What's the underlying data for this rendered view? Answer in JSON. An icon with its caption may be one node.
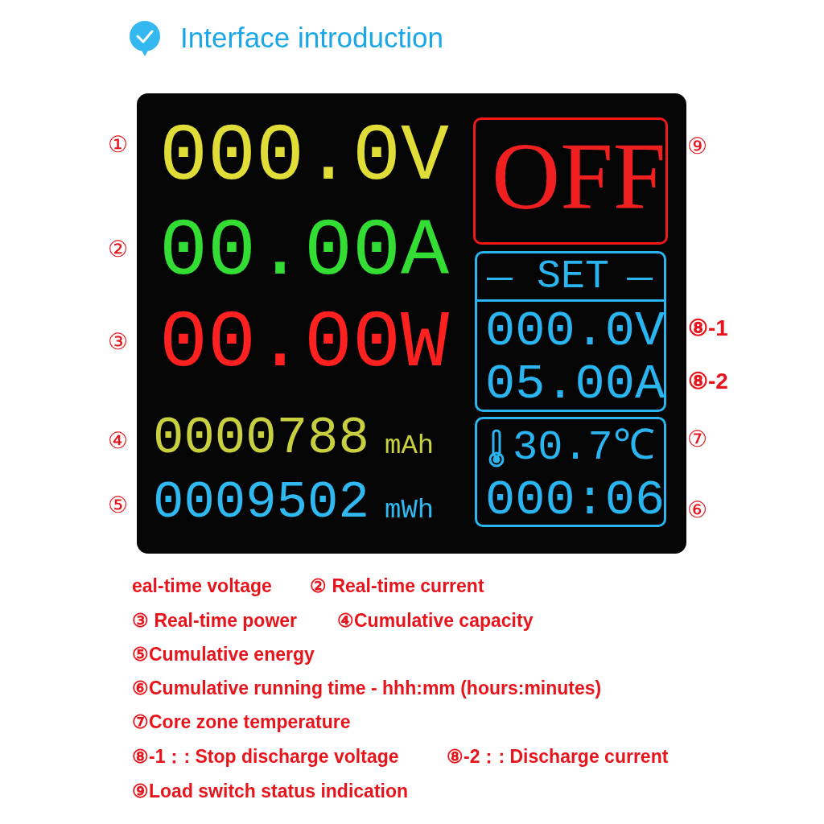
{
  "diagram": {
    "title": "Interface introduction",
    "nodes": [
      {
        "text": [],
        "shape": "box"
      },
      {
        "text": [
          "OFF"
        ],
        "in": 0
      },
      {
        "text": [
          "SET",
          "000.0V",
          "05.00A"
        ],
        "in": 0
      },
      {
        "text": [
          "30.7℃",
          "000:06"
        ],
        "in": 0
      }
    ],
    "edges": [],
    "labels": [
      "①",
      "000.0V",
      "⑨",
      "②",
      "00.00A",
      "③",
      "00.00W",
      "⑧-1",
      "⑧-2",
      "④",
      "0000788",
      "mAh",
      "⑦",
      "⑤",
      "0009502",
      "mWh",
      "⑥",
      "eal-time voltage",
      "② Real-time current",
      "③ Real-time power",
      "④Cumulative capacity",
      "⑤Cumulative energy",
      "⑥Cumulative running time - hhh:mm (hours:minutes)",
      "⑦Core zone temperature",
      "⑧-1：: Stop discharge voltage",
      "⑧-2：: Discharge current",
      "⑨Load switch status indication"
    ]
  }
}
